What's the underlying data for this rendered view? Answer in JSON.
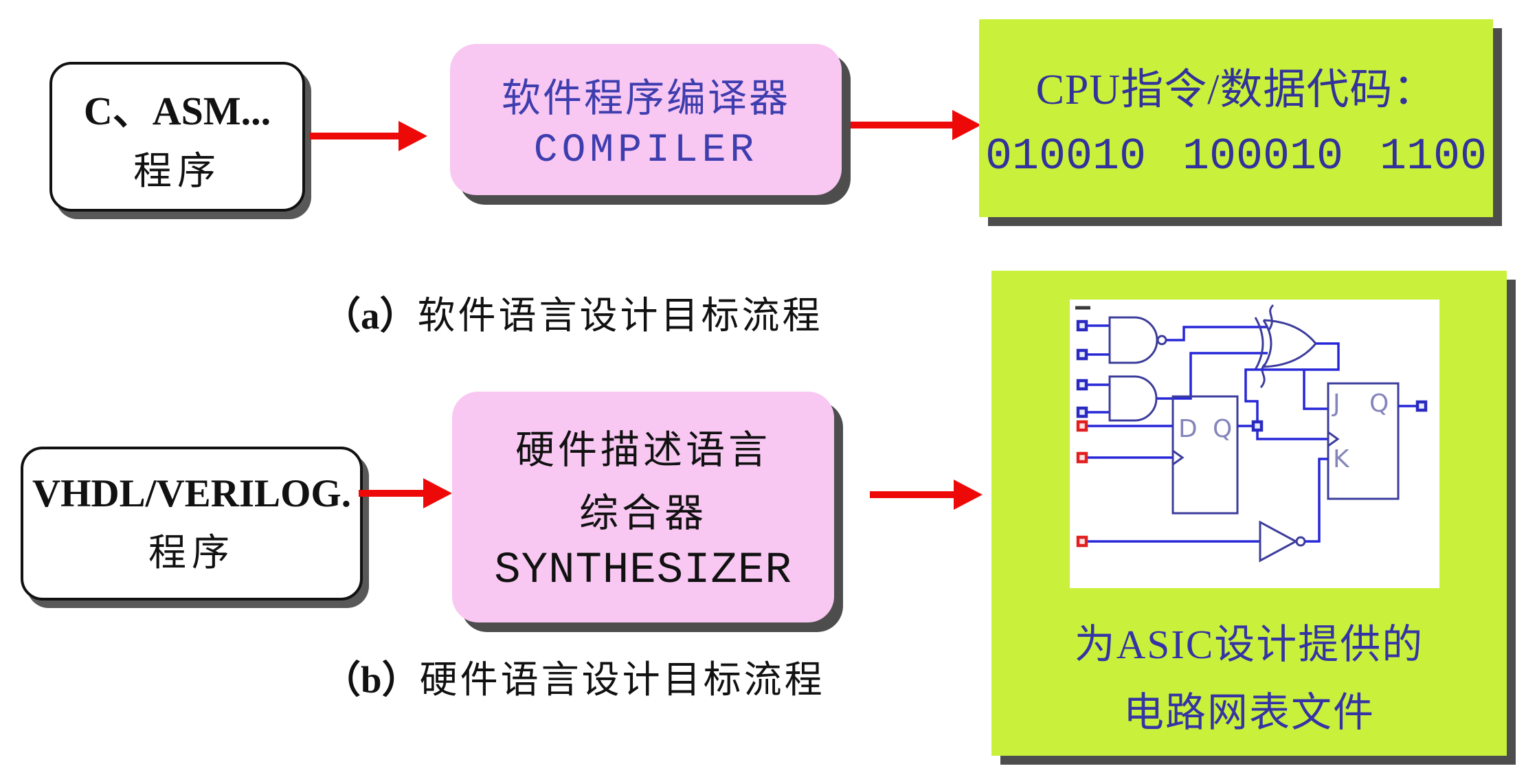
{
  "palette": {
    "green": "#c9f13b",
    "pink": "#f8c7f2",
    "blueDark": "#32329b",
    "blueViolet": "#3d3dae",
    "netlistBlue": "#3434a5",
    "ink": "#111111",
    "arrow": "#ee0909",
    "shadowDark": "#4d4d4d",
    "shadowMid": "#585858",
    "wire": "#2727d8",
    "gate": "#3c3c9c",
    "glabel": "#8585bb",
    "termRed": "#e02020",
    "termBlue": "#2a2ac0"
  },
  "flow_a": {
    "source_box": {
      "line1": "C、ASM...",
      "line2": "程序"
    },
    "compiler_box": {
      "line1": "软件程序编译器",
      "line2": "COMPILER"
    },
    "output_box": {
      "line1": "CPU指令/数据代码：",
      "line2": "010010 100010 1100"
    },
    "caption": {
      "prefix": "（a）",
      "text": "软件语言设计目标流程"
    }
  },
  "flow_b": {
    "source_box": {
      "line1": "VHDL/VERILOG.",
      "line2": "程序"
    },
    "synthesizer_box": {
      "line1": "硬件描述语言",
      "line2": "综合器",
      "line3": "SYNTHESIZER"
    },
    "output_box": {
      "caption_line1": "为ASIC设计提供的",
      "caption_line2": "电路网表文件"
    },
    "caption": {
      "prefix": "（b）",
      "text": "硬件语言设计目标流程"
    }
  },
  "circuit": {
    "labels": {
      "dff_d": "D",
      "dff_q": "Q",
      "jkff_j": "J",
      "jkff_q": "Q",
      "jkff_k": "K"
    }
  }
}
